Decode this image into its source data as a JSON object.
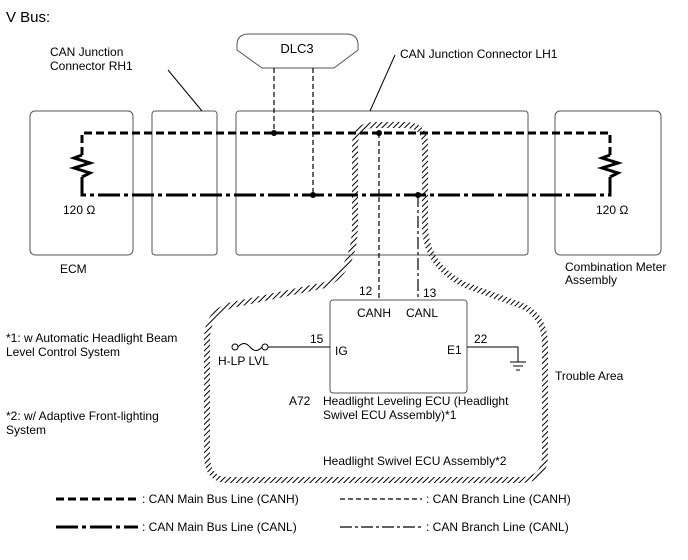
{
  "title": "V Bus:",
  "connectors": {
    "rh1": "CAN Junction\nConnector RH1",
    "lh1": "CAN Junction Connector LH1",
    "dlc3": "DLC3"
  },
  "ecm": {
    "label": "ECM",
    "resistor": "120 Ω"
  },
  "meter": {
    "label": "Combination Meter\nAssembly",
    "resistor": "120 Ω"
  },
  "ecu": {
    "pin_canh": "12",
    "pin_canl": "13",
    "canh": "CANH",
    "canl": "CANL",
    "pin_ig": "15",
    "ig": "IG",
    "pin_e1": "22",
    "e1": "E1",
    "fuse": "H-LP LVL",
    "code": "A72",
    "name1": "Headlight Leveling ECU (Headlight\nSwivel ECU Assembly)*1",
    "name2": "Headlight Swivel ECU Assembly*2"
  },
  "trouble_area": "Trouble Area",
  "notes": [
    "*1: w Automatic Headlight Beam\nLevel Control System",
    "*2: w/ Adaptive Front-lighting\nSystem"
  ],
  "legend": {
    "main_canh": ": CAN Main Bus Line (CANH)",
    "branch_canh": ": CAN Branch Line (CANH)",
    "main_canl": ": CAN Main Bus Line (CANL)",
    "branch_canl": ": CAN Branch Line (CANL)"
  }
}
